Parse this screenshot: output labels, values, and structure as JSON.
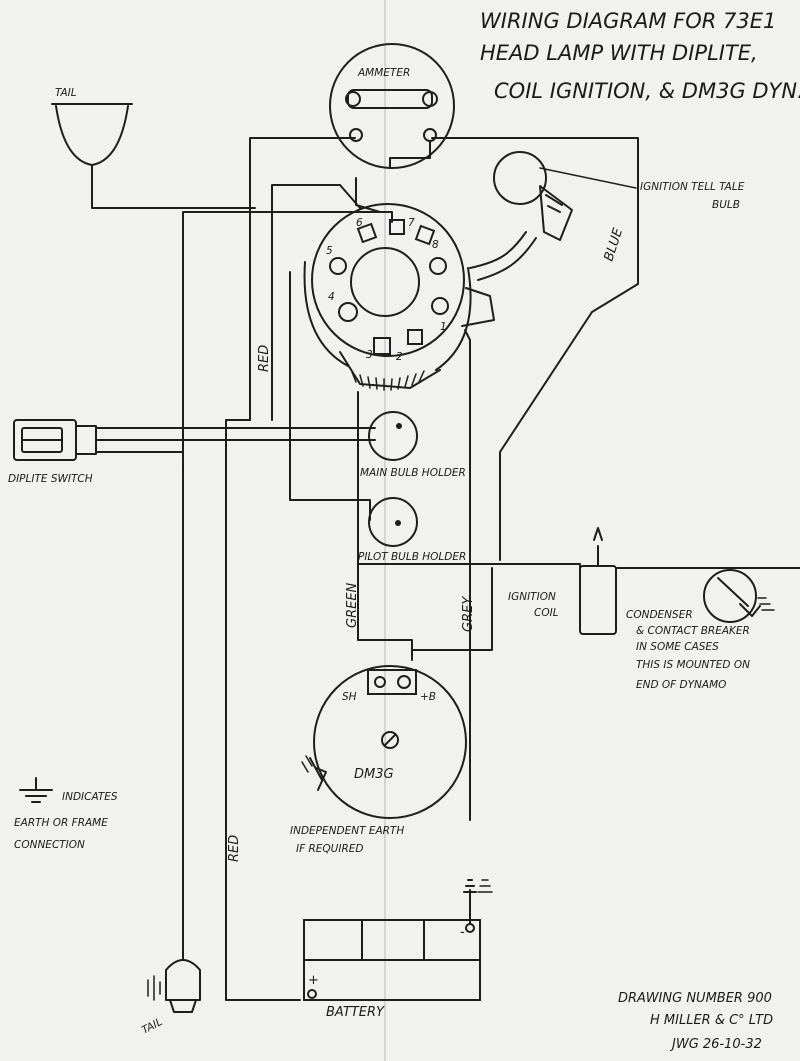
{
  "title": {
    "line1": "WIRING DIAGRAM FOR 73E1",
    "line2": "HEAD LAMP WITH DIPLITE,",
    "line3": "COIL IGNITION, & DM3G DYN."
  },
  "labels": {
    "tail_top": "TAIL",
    "ammeter": "AMMETER",
    "ignition_tell_tale": "IGNITION TELL TALE",
    "bulb": "BULB",
    "blue": "BLUE",
    "red_upper": "RED",
    "red_lower": "RED",
    "diplite_switch": "DIPLITE SWITCH",
    "main_bulb_holder": "MAIN BULB HOLDER",
    "pilot_bulb_holder": "PILOT BULB HOLDER",
    "green": "GREEN",
    "grey": "GREY",
    "ignition_coil_1": "IGNITION",
    "ignition_coil_2": "COIL",
    "condenser_1": "CONDENSER",
    "condenser_2": "& CONTACT BREAKER",
    "condenser_3": "IN SOME CASES",
    "condenser_4": "THIS IS MOUNTED ON",
    "condenser_5": "END OF DYNAMO",
    "dynamo": "DM3G",
    "sh": "SH",
    "plus_b": "+B",
    "independent_earth_1": "INDEPENDENT EARTH",
    "independent_earth_2": "IF REQUIRED",
    "indicates_1": "INDICATES",
    "indicates_2": "EARTH OR FRAME",
    "indicates_3": "CONNECTION",
    "tail_bottom": "TAIL",
    "battery": "BATTERY",
    "battery_plus": "+",
    "battery_minus": "-",
    "switch_numbers": [
      "6",
      "7",
      "8",
      "5",
      "4",
      "3",
      "2",
      "1"
    ]
  },
  "footer": {
    "drawing_number": "DRAWING NUMBER 900",
    "company": "H MILLER & C° LTD",
    "initials_date": "JWG 26-10-32"
  }
}
